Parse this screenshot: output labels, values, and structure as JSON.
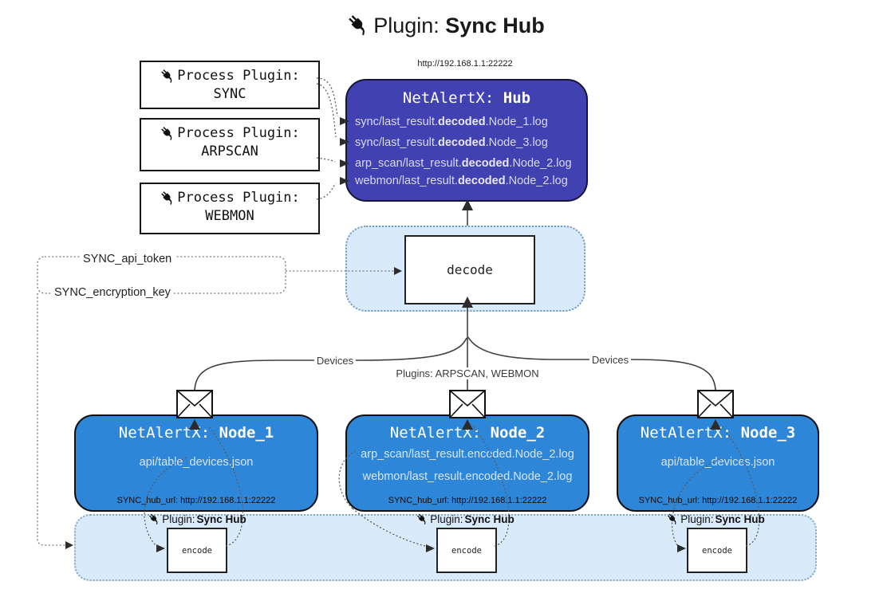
{
  "title": {
    "prefix": "Plugin: ",
    "bold": "Sync Hub"
  },
  "hub": {
    "url_label": "http://192.168.1.1:22222",
    "title_prefix": "NetAlertX: ",
    "title_bold": "Hub",
    "lines": [
      {
        "pre": "sync/last_result.",
        "bold": "decoded",
        "post": ".Node_1.log"
      },
      {
        "pre": "sync/last_result.",
        "bold": "decoded",
        "post": ".Node_3.log"
      },
      {
        "pre": "arp_scan/last_result.",
        "bold": "decoded",
        "post": ".Node_2.log"
      },
      {
        "pre": "webmon/last_result.",
        "bold": "decoded",
        "post": ".Node_2.log"
      }
    ]
  },
  "process_plugins": [
    {
      "label": "Process Plugin:",
      "name": "SYNC"
    },
    {
      "label": "Process Plugin:",
      "name": "ARPSCAN"
    },
    {
      "label": "Process Plugin:",
      "name": "WEBMON"
    }
  ],
  "decode": {
    "label": "decode"
  },
  "tokens": {
    "api_token": "SYNC_api_token",
    "encryption_key": "SYNC_encryption_key"
  },
  "edges": {
    "devices_left": "Devices",
    "devices_right": "Devices",
    "plugins_mid": "Plugins: ARPSCAN, WEBMON"
  },
  "nodes": [
    {
      "title_prefix": "NetAlertX: ",
      "title_bold": "Node_1",
      "lines": [
        "api/table_devices.json"
      ],
      "hub_url": "SYNC_hub_url: http://192.168.1.1:22222"
    },
    {
      "title_prefix": "NetAlertX: ",
      "title_bold": "Node_2",
      "lines": [
        "arp_scan/last_result.encoded.Node_2.log",
        "webmon/last_result.encoded.Node_2.log"
      ],
      "hub_url": "SYNC_hub_url: http://192.168.1.1:22222"
    },
    {
      "title_prefix": "NetAlertX: ",
      "title_bold": "Node_3",
      "lines": [
        "api/table_devices.json"
      ],
      "hub_url": "SYNC_hub_url: http://192.168.1.1:22222"
    }
  ],
  "encode_band": {
    "plugin_label_prefix": "Plugin: ",
    "plugin_label_bold": "Sync Hub",
    "encode_label": "encode"
  }
}
